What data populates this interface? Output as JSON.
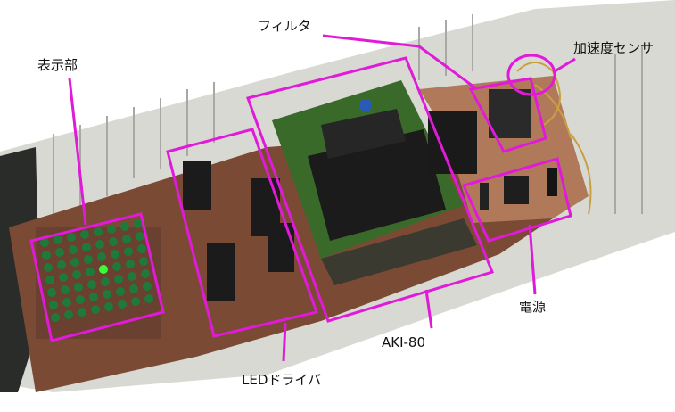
{
  "labels": {
    "display": "表示部",
    "filter": "フィルタ",
    "accel_sensor": "加速度センサ",
    "power": "電源",
    "cpu_board": "AKI-80",
    "led_driver": "LEDドライバ"
  },
  "colors": {
    "annotation": "#e01ad8",
    "board": "#7a4a34",
    "paper": "#d8d8d2",
    "pcb_green": "#3a6a2a",
    "chip": "#1b1b1b",
    "led_off": "#1e7a3a",
    "led_on": "#33ff33"
  }
}
